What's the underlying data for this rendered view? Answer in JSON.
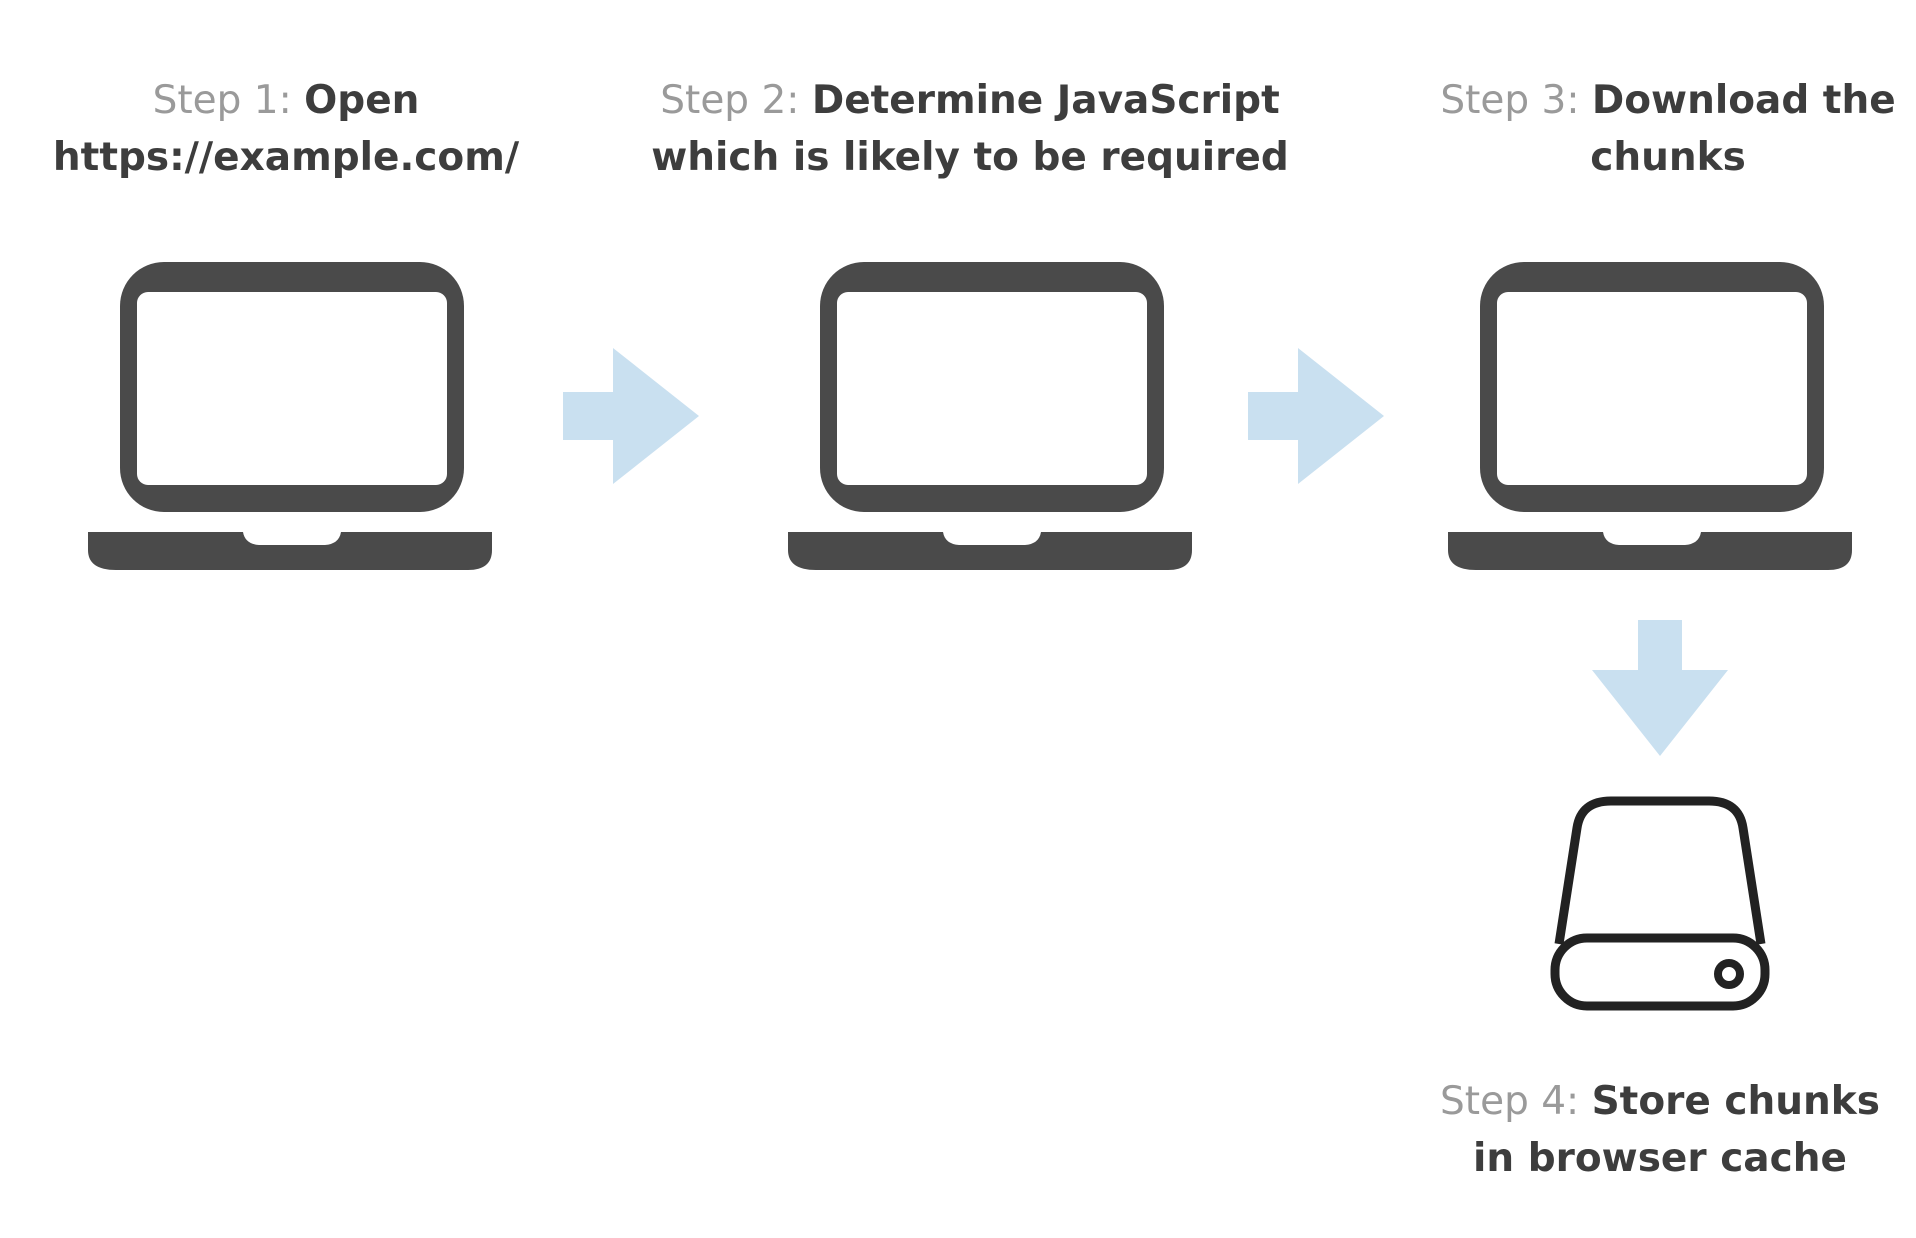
{
  "steps": [
    {
      "prefix": "Step 1:",
      "title_lines": [
        "Open",
        "https://example.com/"
      ]
    },
    {
      "prefix": "Step 2:",
      "title_lines": [
        "Determine JavaScript",
        "which is likely to be required"
      ]
    },
    {
      "prefix": "Step 3:",
      "title_lines": [
        "Download the",
        "chunks"
      ]
    },
    {
      "prefix": "Step 4:",
      "title_lines": [
        "Store chunks",
        "in browser cache"
      ]
    }
  ],
  "icons": {
    "device": "laptop-icon",
    "storage": "hard-drive-icon",
    "flow": "arrow-icon"
  },
  "colors": {
    "icon": "#4a4a4a",
    "arrow": "#c9e0f0",
    "prefix_text": "#9a9a9a",
    "title_text": "#3d3d3d"
  }
}
